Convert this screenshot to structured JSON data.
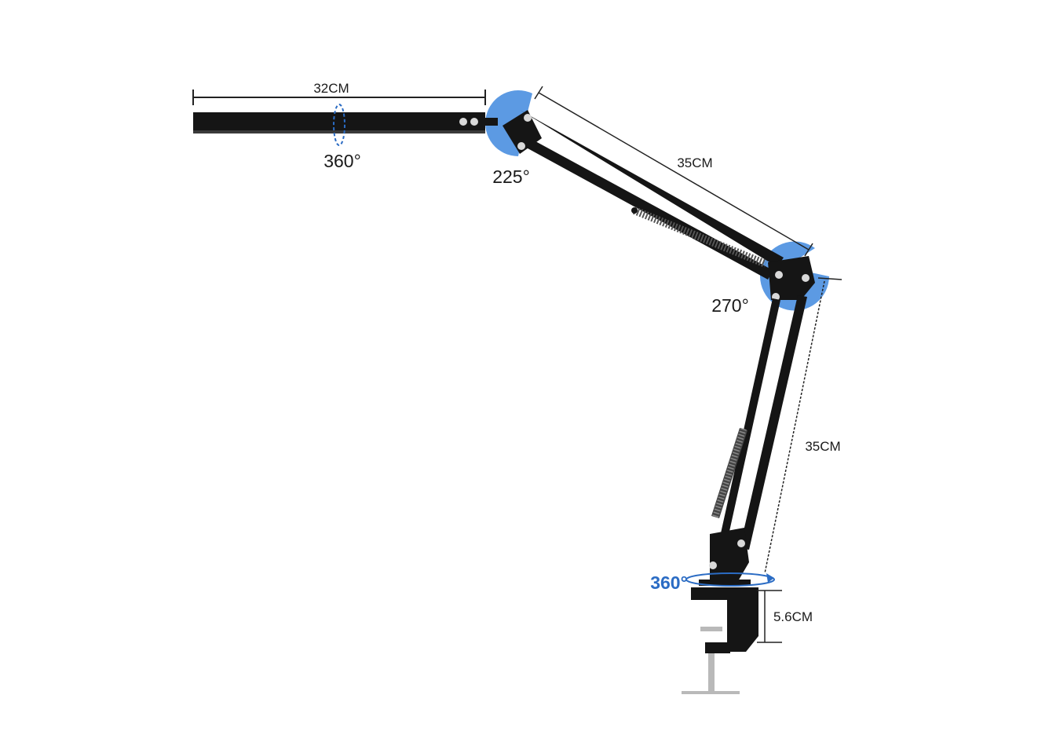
{
  "colors": {
    "arm": "#151515",
    "joint_highlight": "#4a8fe0",
    "dimension_line": "#222222",
    "rotation_accent": "#2b6cc4",
    "clamp_screw": "#b9b9b9"
  },
  "dimensions": {
    "led_bar_length": "32CM",
    "upper_arm_length": "35CM",
    "lower_arm_length": "35CM",
    "clamp_height": "5.6CM"
  },
  "rotation_angles": {
    "led_bar_rotation": "360°",
    "head_joint": "225°",
    "elbow_joint": "270°",
    "base_rotation": "360°"
  }
}
